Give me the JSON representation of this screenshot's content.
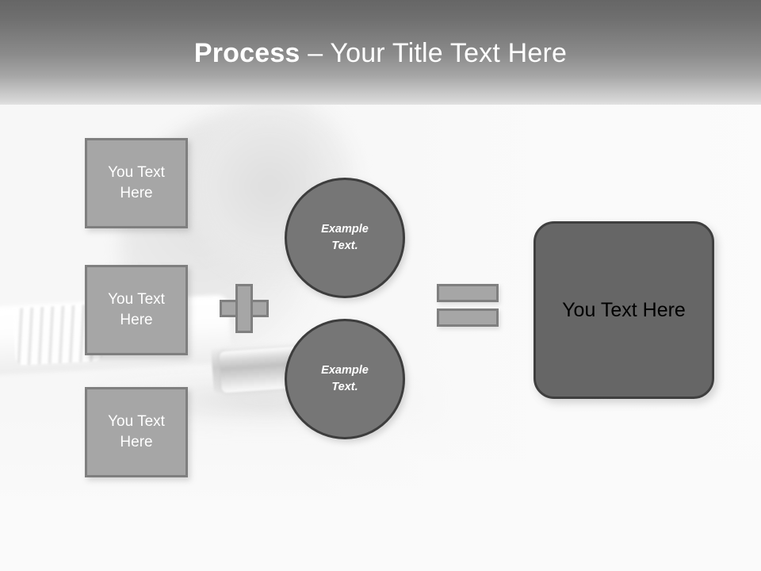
{
  "slide": {
    "title": {
      "strong": "Process",
      "rest": " – Your Title Text Here",
      "full": "Process – Your Title Text Here"
    },
    "colors": {
      "title_band_top": "#666666",
      "title_band_bottom": "#e2e2e2",
      "title_text": "#ffffff",
      "box_fill": "#a6a6a6",
      "box_border": "#7f7f7f",
      "box_text": "#ffffff",
      "circle_fill": "#767676",
      "circle_border": "#3d3d3d",
      "circle_text": "#ffffff",
      "result_fill": "#666666",
      "result_border": "#3f3f3f",
      "result_text": "#000000",
      "background": "#fbfbfb"
    },
    "inputs": [
      {
        "label": "You Text Here",
        "line1": "You Text",
        "line2": "Here"
      },
      {
        "label": "You Text Here",
        "line1": "You Text",
        "line2": "Here"
      },
      {
        "label": "You Text Here",
        "line1": "You Text",
        "line2": "Here"
      }
    ],
    "operators": {
      "plus": "+",
      "equals": "="
    },
    "middle_nodes": [
      {
        "label": "Example Text.",
        "line1": "Example",
        "line2": "Text."
      },
      {
        "label": "Example Text.",
        "line1": "Example",
        "line2": "Text."
      }
    ],
    "result": {
      "label": "You Text Here"
    },
    "background_image": {
      "description": "grayscale photo of a white network cable connector on a light surface"
    }
  }
}
